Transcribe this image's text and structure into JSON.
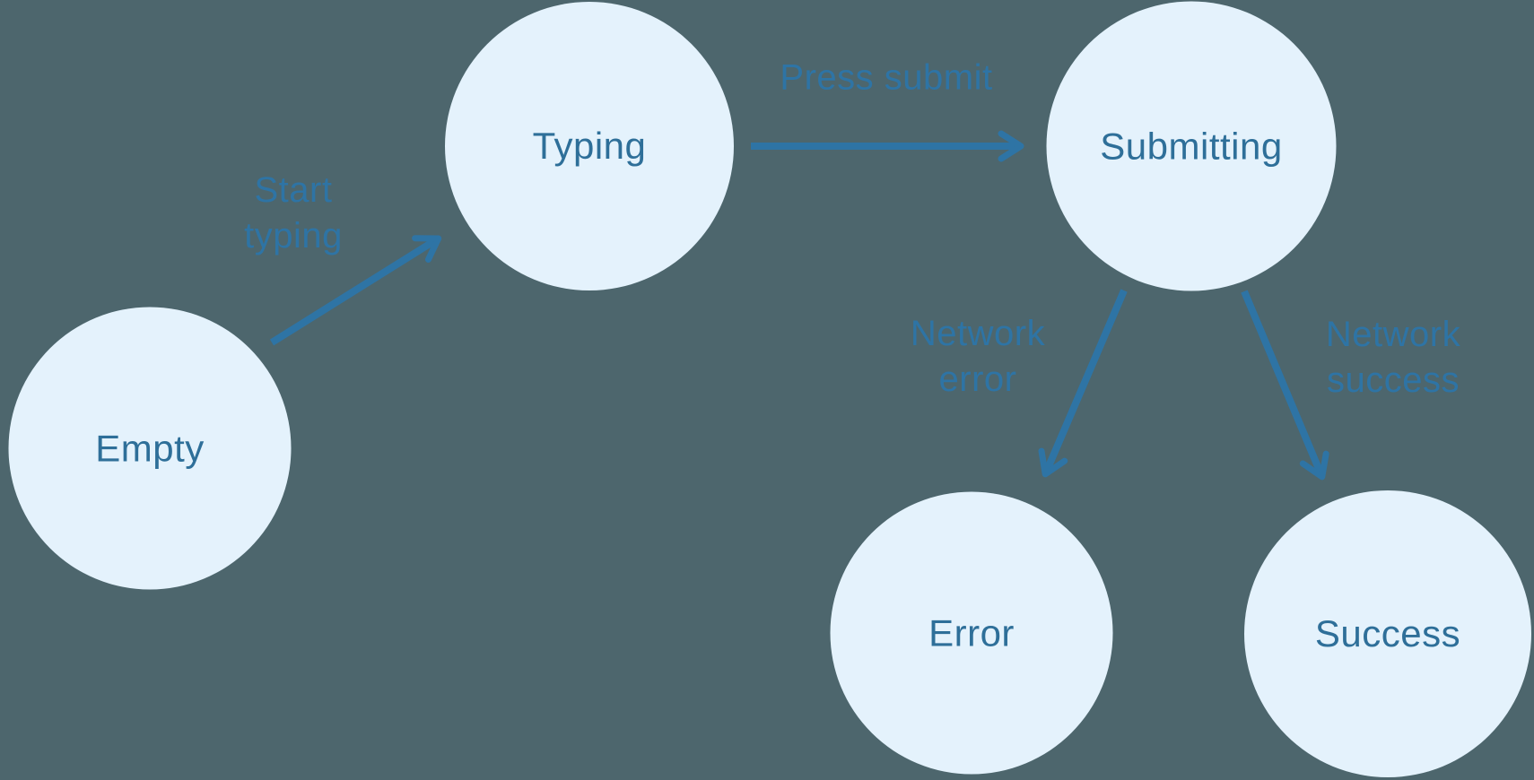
{
  "diagram": {
    "type": "state-machine",
    "states": [
      {
        "id": "empty",
        "label": "Empty"
      },
      {
        "id": "typing",
        "label": "Typing"
      },
      {
        "id": "submitting",
        "label": "Submitting"
      },
      {
        "id": "error",
        "label": "Error"
      },
      {
        "id": "success",
        "label": "Success"
      }
    ],
    "transitions": [
      {
        "from": "empty",
        "to": "typing",
        "label": "Start typing",
        "label_lines": [
          "Start",
          "typing"
        ]
      },
      {
        "from": "typing",
        "to": "submitting",
        "label": "Press submit",
        "label_lines": [
          "Press submit"
        ]
      },
      {
        "from": "submitting",
        "to": "error",
        "label": "Network error",
        "label_lines": [
          "Network",
          "error"
        ]
      },
      {
        "from": "submitting",
        "to": "success",
        "label": "Network success",
        "label_lines": [
          "Network",
          "success"
        ]
      }
    ],
    "colors": {
      "background": "#4d666d",
      "node_fill": "#e4f2fc",
      "node_text": "#2e6f99",
      "arrow": "#2e74a5",
      "edge_label_text": "#2e74a5"
    }
  }
}
